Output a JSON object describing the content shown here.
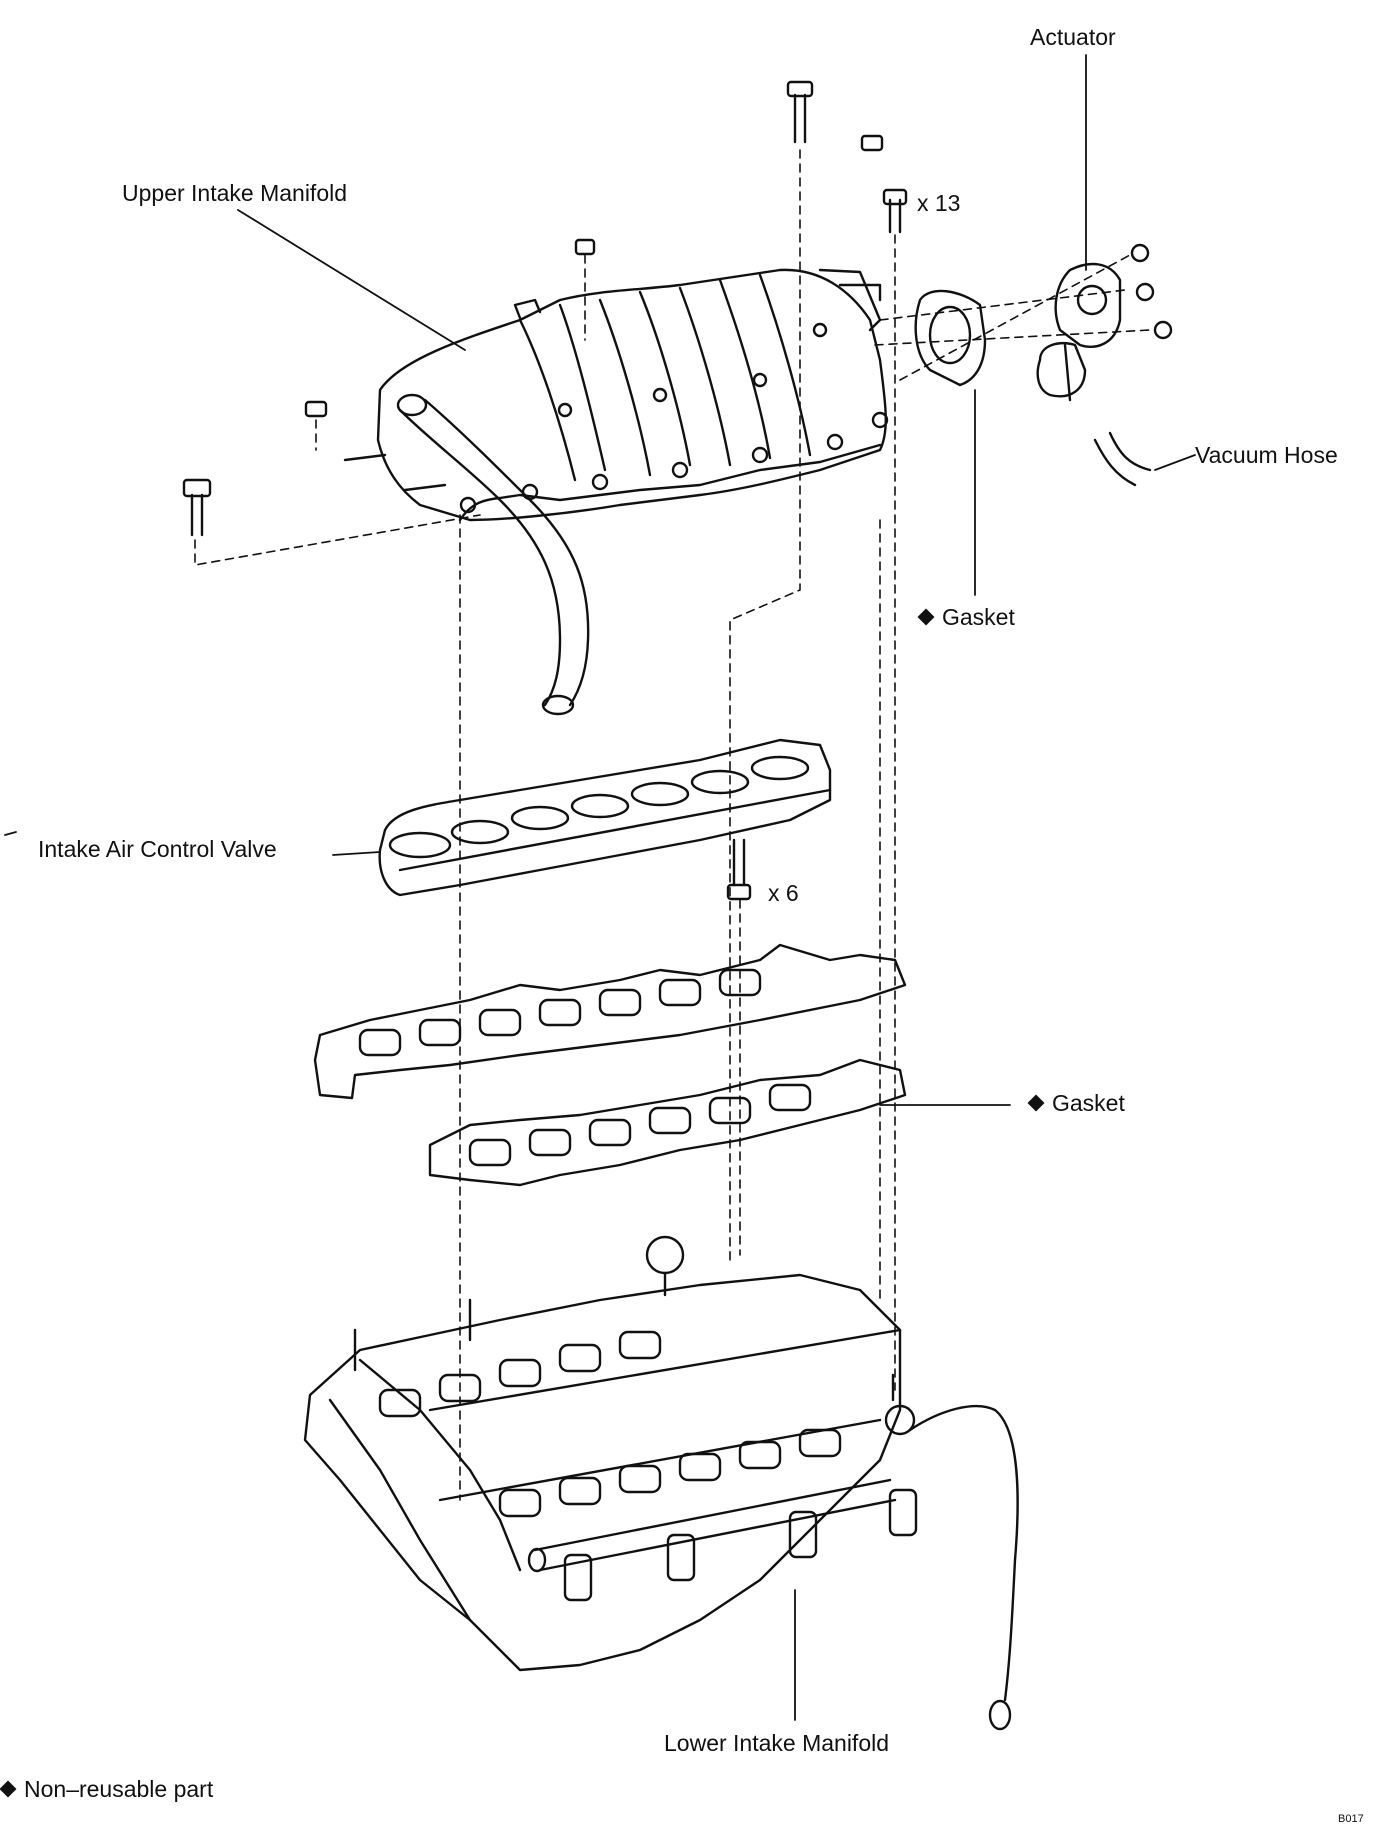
{
  "labels": {
    "actuator": "Actuator",
    "upper_intake_manifold": "Upper Intake Manifold",
    "bolt_count_upper": "x 13",
    "vacuum_hose": "Vacuum Hose",
    "gasket_top": "Gasket",
    "intake_air_control_valve": "Intake Air Control Valve",
    "bolt_count_valve": "x 6",
    "gasket_middle": "Gasket",
    "lower_intake_manifold": "Lower Intake Manifold",
    "legend_non_reusable": "Non–reusable part",
    "figure_code": "B017"
  },
  "colors": {
    "ink": "#111111",
    "paper": "#ffffff"
  },
  "icons": {
    "non_reusable_marker": "diamond-icon"
  }
}
